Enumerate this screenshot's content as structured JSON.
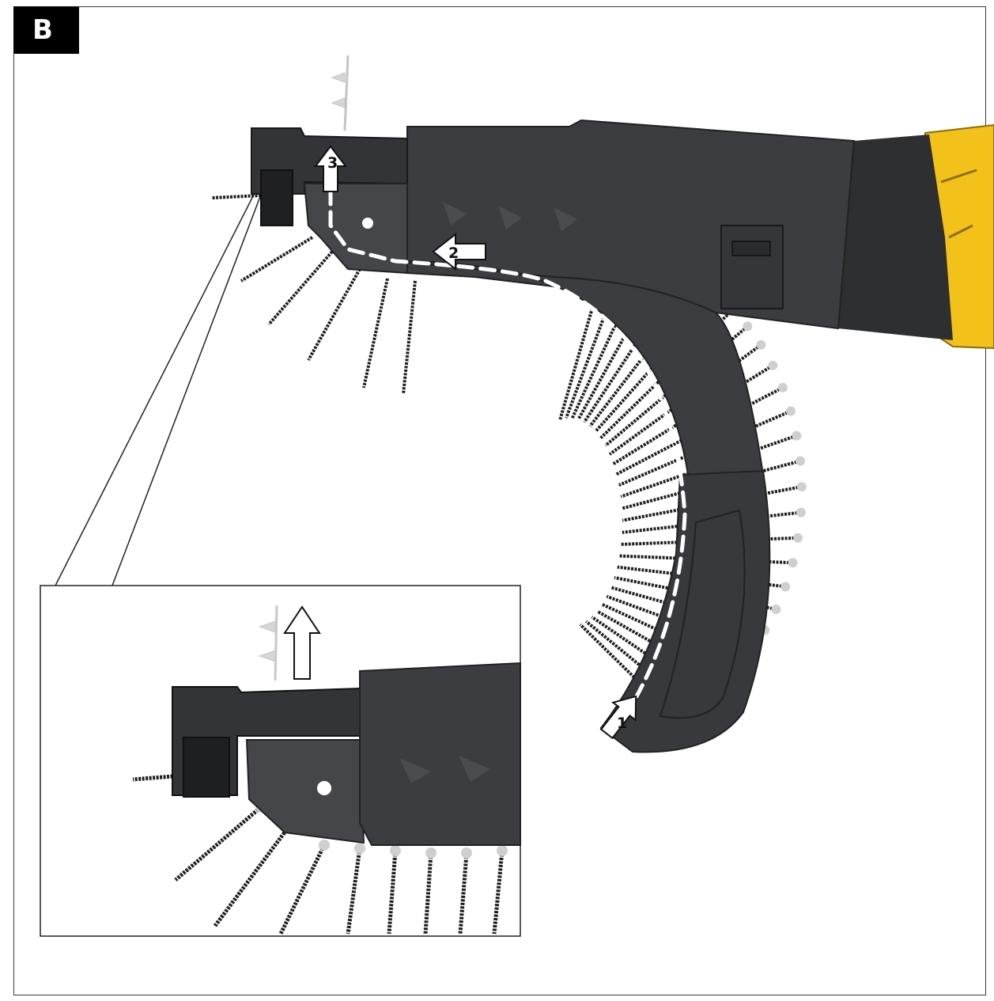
{
  "figure": {
    "label": "B"
  },
  "steps": [
    {
      "number": "1"
    },
    {
      "number": "2"
    },
    {
      "number": "3"
    }
  ],
  "colors": {
    "tool_body": "#3c3d40",
    "tool_dark": "#2b2c2e",
    "tool_yellow": "#f2c21a",
    "screw": "#1e1e1e",
    "screw_head": "#cfcfcf",
    "path": "#ffffff",
    "arrow_fill": "#ffffff",
    "arrow_stroke": "#111111"
  },
  "icons": [
    "up-arrow-icon",
    "left-arrow-icon"
  ]
}
